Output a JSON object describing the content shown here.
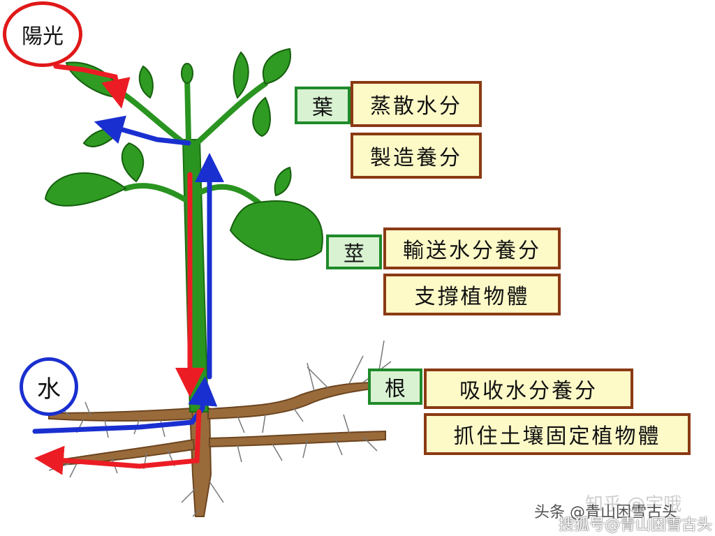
{
  "sunlight": {
    "label": "陽光"
  },
  "water": {
    "label": "水"
  },
  "parts": [
    {
      "name": "葉",
      "functions": [
        "蒸散水分",
        "製造養分"
      ]
    },
    {
      "name": "莖",
      "functions": [
        "輸送水分養分",
        "支撐植物體"
      ]
    },
    {
      "name": "根",
      "functions": [
        "吸收水分養分",
        "抓住土壤固定植物體"
      ]
    }
  ],
  "watermarks": {
    "toutiao": "头条 @青山困雪古头",
    "zhihu": "知乎 @宇哦",
    "sohu": "搜狐号@青山困雪古头"
  },
  "colors": {
    "leaf_green": "#2f9b22",
    "stem_green": "#2a9420",
    "root_brown": "#9a6b3a",
    "arrow_red": "#ec1c24",
    "arrow_blue": "#1a2fd0",
    "tag_border": "#1f8a2a",
    "box_border": "#8a3a14",
    "box_fill": "#fdfac8"
  }
}
